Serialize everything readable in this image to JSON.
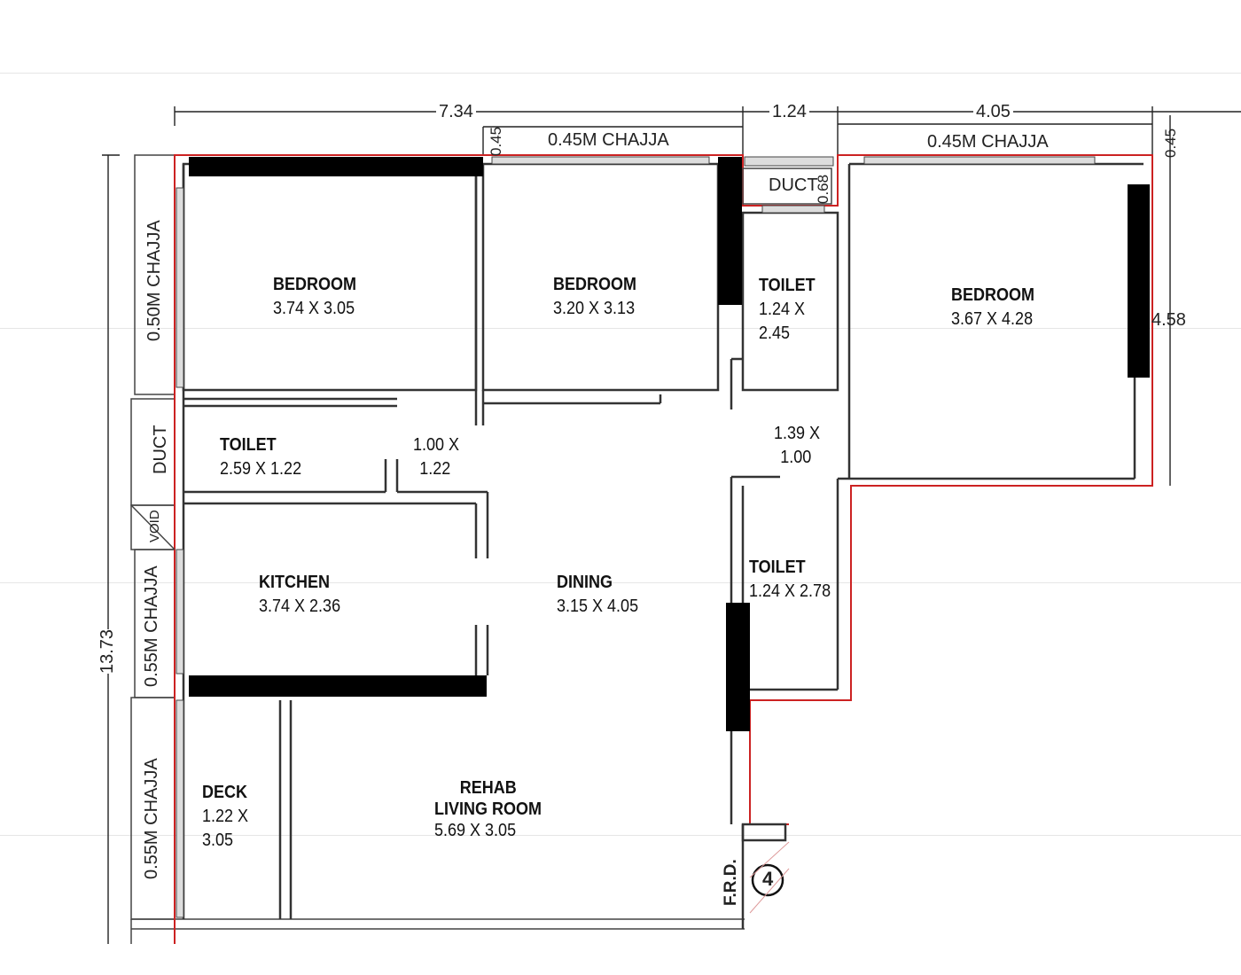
{
  "plan": {
    "dimensions_top": [
      "7.34",
      "1.24",
      "4.05"
    ],
    "dimension_right": "4.58",
    "dimension_left": "13.73",
    "small_dims": {
      "top_left_chajja_depth": "0.45",
      "top_right_chajja_depth": "0.45",
      "duct_depth": "0.68"
    },
    "chajja": {
      "top_left": "0.45M CHAJJA",
      "top_right": "0.45M CHAJJA",
      "left_upper": "0.50M CHAJJA",
      "left_middle": "0.55M CHAJJA",
      "left_lower": "0.55M CHAJJA"
    },
    "rooms": [
      {
        "name": "BEDROOM",
        "size": "3.74 X 3.05"
      },
      {
        "name": "BEDROOM",
        "size": "3.20 X 3.13"
      },
      {
        "name": "TOILET",
        "size_line1": "1.24 X",
        "size_line2": "2.45"
      },
      {
        "name": "BEDROOM",
        "size": "3.67 X 4.28"
      },
      {
        "name": "TOILET",
        "size": "2.59 X 1.22"
      },
      {
        "name": "",
        "size_line1": "1.00 X",
        "size_line2": "1.22"
      },
      {
        "name": "",
        "size_line1": "1.39 X",
        "size_line2": "1.00"
      },
      {
        "name": "KITCHEN",
        "size": "3.74 X 2.36"
      },
      {
        "name": "DINING",
        "size": "3.15 X 4.05"
      },
      {
        "name": "TOILET",
        "size": "1.24 X 2.78"
      },
      {
        "name": "DECK",
        "size_line1": "1.22 X",
        "size_line2": "3.05"
      },
      {
        "name_line1": "REHAB",
        "name_line2": "LIVING ROOM",
        "size": "5.69 X 3.05"
      }
    ],
    "duct_labels": [
      "DUCT",
      "DUCT",
      "VOID"
    ],
    "frd_label": "F.R.D.",
    "unit_marker": "4"
  }
}
